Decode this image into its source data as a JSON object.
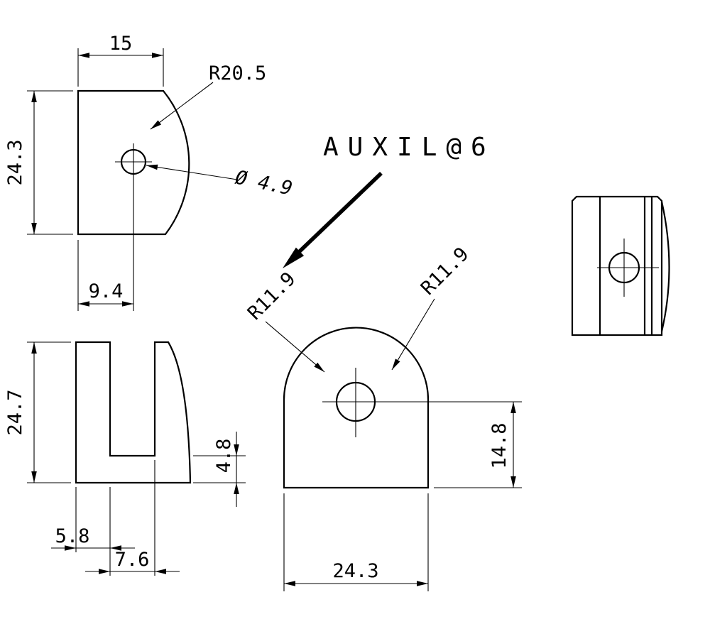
{
  "callout": {
    "label": "AUXIL@6"
  },
  "front_view": {
    "dim_width": "15",
    "dim_height": "24.3",
    "radius_label": "R20.5",
    "hole_label": "Ø 4.9",
    "dim_hole_x": "9.4"
  },
  "section_view": {
    "dim_height": "24.7",
    "dim_base": "4.8",
    "dim_arm": "5.8",
    "dim_slot": "7.6"
  },
  "end_view": {
    "radius_left_label": "R11.9",
    "radius_right_label": "R11.9",
    "dim_hole_y": "14.8",
    "dim_width": "24.3"
  }
}
